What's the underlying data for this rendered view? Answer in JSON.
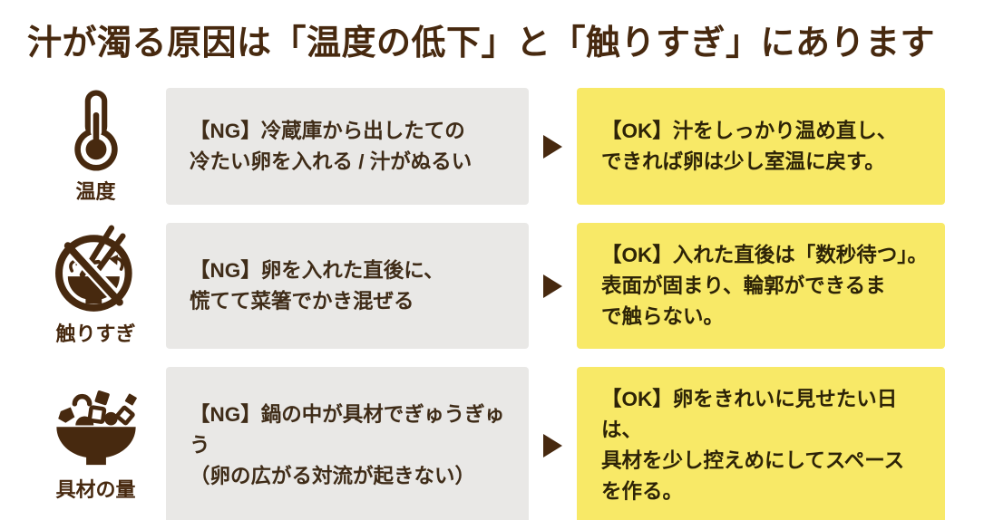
{
  "page": {
    "title": "汁が濁る原因は「温度の低下」と「触りすぎ」にあります"
  },
  "colors": {
    "brown": "#47290F",
    "ng_box_bg": "#E9E8E6",
    "ng_text": "#3F2C18",
    "ok_box_bg": "#F8E967",
    "ok_text": "#2D2307",
    "background": "#FFFFFF"
  },
  "rows": [
    {
      "icon": "thermometer-icon",
      "label": "温度",
      "ng_text": "【NG】冷蔵庫から出したての\n冷たい卵を入れる / 汁がぬるい",
      "ok_text": "【OK】汁をしっかり温め直し、\nできれば卵は少し室温に戻す。"
    },
    {
      "icon": "no-stirring-icon",
      "label": "触りすぎ",
      "ng_text": "【NG】卵を入れた直後に、\n慌てて菜箸でかき混ぜる",
      "ok_text": "【OK】入れた直後は「数秒待つ」。\n表面が固まり、輪郭ができるま\nで触らない。"
    },
    {
      "icon": "ingredients-bowl-icon",
      "label": "具材の量",
      "ng_text": "【NG】鍋の中が具材でぎゅうぎゅう\n（卵の広がる対流が起きない）",
      "ok_text": "【OK】卵をきれいに見せたい日は、\n具材を少し控えめにしてスペース\nを作る。"
    }
  ]
}
